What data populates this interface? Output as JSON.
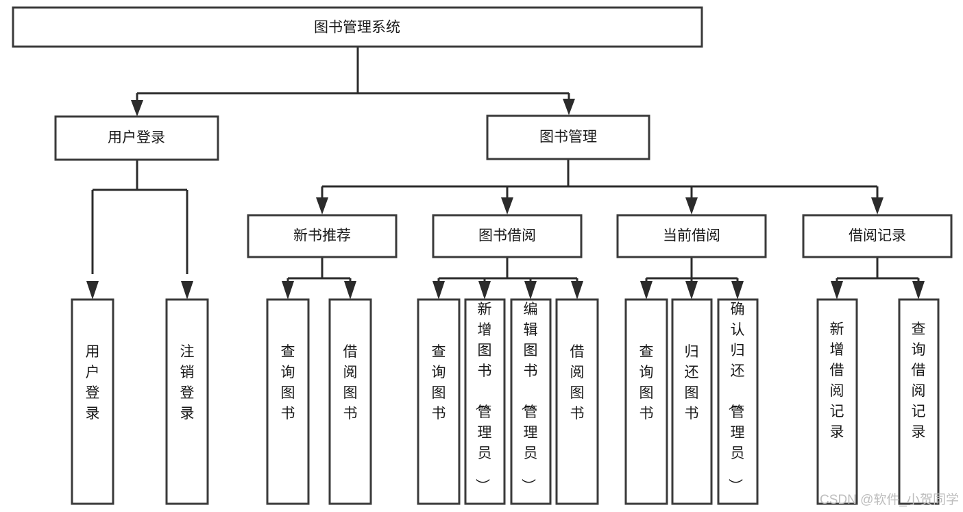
{
  "diagram": {
    "title": "图书管理系统",
    "root": {
      "id": "root",
      "label": "图书管理系统",
      "level": 1
    },
    "level2": [
      {
        "id": "user-login",
        "label": "用户登录"
      },
      {
        "id": "book-management",
        "label": "图书管理"
      }
    ],
    "level3": [
      {
        "id": "new-book-recommend",
        "label": "新书推荐",
        "parent": "book-management"
      },
      {
        "id": "book-borrow",
        "label": "图书借阅",
        "parent": "book-management"
      },
      {
        "id": "current-borrow",
        "label": "当前借阅",
        "parent": "book-management"
      },
      {
        "id": "borrow-record",
        "label": "借阅记录",
        "parent": "book-management"
      }
    ],
    "leaves": [
      {
        "id": "leaf-user-login",
        "label": "用户登录",
        "parent": "user-login"
      },
      {
        "id": "leaf-logout",
        "label": "注销登录",
        "parent": "user-login"
      },
      {
        "id": "leaf-query-book-1",
        "label": "查询图书",
        "parent": "new-book-recommend"
      },
      {
        "id": "leaf-borrow-book-1",
        "label": "借阅图书",
        "parent": "new-book-recommend"
      },
      {
        "id": "leaf-query-book-2",
        "label": "查询图书",
        "parent": "book-borrow"
      },
      {
        "id": "leaf-add-book",
        "label": "新增图书（管理员）",
        "parent": "book-borrow"
      },
      {
        "id": "leaf-edit-book",
        "label": "编辑图书（管理员）",
        "parent": "book-borrow"
      },
      {
        "id": "leaf-borrow-book-2",
        "label": "借阅图书",
        "parent": "book-borrow"
      },
      {
        "id": "leaf-query-book-3",
        "label": "查询图书",
        "parent": "current-borrow"
      },
      {
        "id": "leaf-return-book",
        "label": "归还图书",
        "parent": "current-borrow"
      },
      {
        "id": "leaf-confirm-return",
        "label": "确认归还（管理员）",
        "parent": "current-borrow"
      },
      {
        "id": "leaf-add-record",
        "label": "新增借阅记录",
        "parent": "borrow-record"
      },
      {
        "id": "leaf-query-record",
        "label": "查询借阅记录",
        "parent": "borrow-record"
      }
    ],
    "watermark": "CSDN @软件_小贺同学",
    "colors": {
      "box_stroke": "#3a3a3a",
      "edge_stroke": "#2b2b2b",
      "text": "#1a1a1a",
      "background": "#ffffff",
      "watermark": "#bdbdbd"
    }
  }
}
